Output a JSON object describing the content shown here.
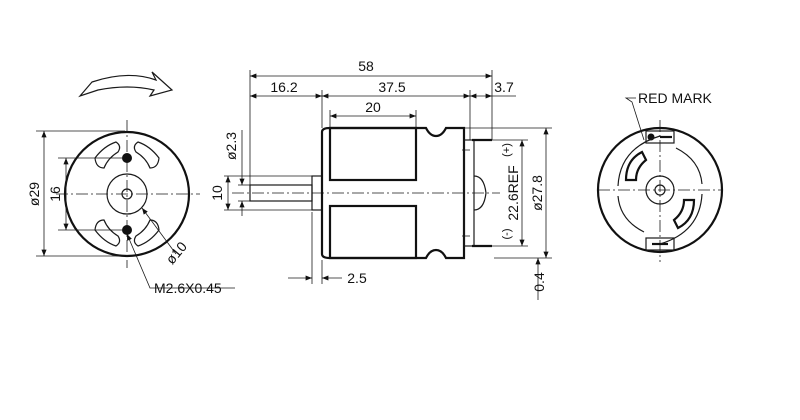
{
  "dims": {
    "overall_length": "58",
    "shaft_length": "16.2",
    "body_length": "37.5",
    "magnet_length": "20",
    "terminal_length": "3.7",
    "shaft_diameter": "ø2.3",
    "shaft_height": "10",
    "front_gap": "2.5",
    "bottom_gap": "0.4",
    "body_diameter": "ø27.8",
    "terminal_ref": "22.6REF",
    "front_face_diameter": "ø29",
    "hole_spacing": "16",
    "boss_diameter": "ø10",
    "screw_thread": "M2.6X0.45"
  },
  "labels": {
    "plus": "(+)",
    "minus": "(-)",
    "red_mark": "RED MARK"
  }
}
